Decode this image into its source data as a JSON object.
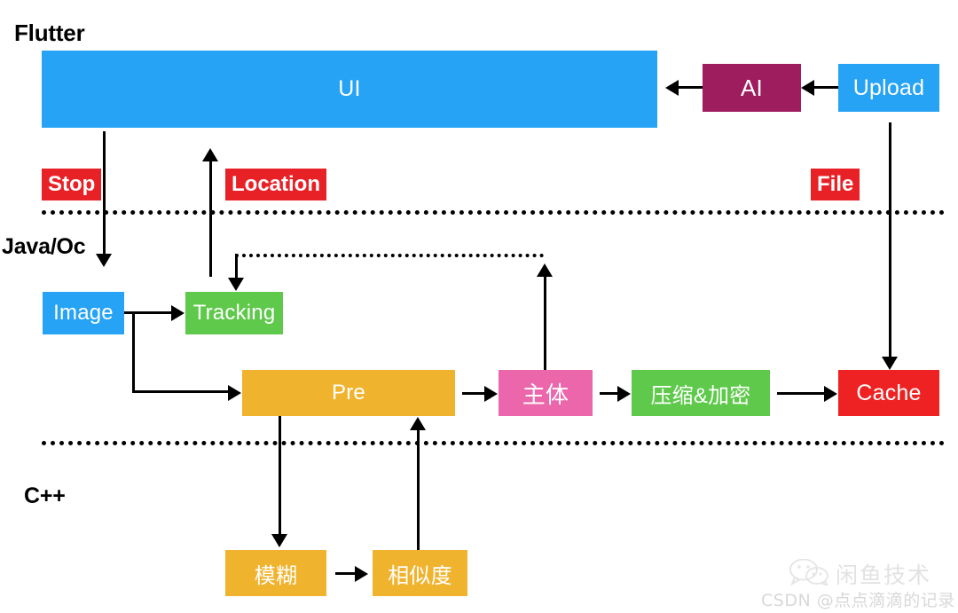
{
  "diagram": {
    "title_visible": false,
    "layers": [
      {
        "id": "flutter",
        "label": "Flutter"
      },
      {
        "id": "javaoc",
        "label": "Java/Oc"
      },
      {
        "id": "cpp",
        "label": "C++"
      }
    ],
    "nodes": [
      {
        "id": "ui",
        "label": "UI",
        "color": "#27a3f5",
        "text_color": "#ffffff"
      },
      {
        "id": "ai",
        "label": "AI",
        "color": "#9e1d5e",
        "text_color": "#ffffff"
      },
      {
        "id": "upload",
        "label": "Upload",
        "color": "#27a3f5",
        "text_color": "#ffffff"
      },
      {
        "id": "image",
        "label": "Image",
        "color": "#27a3f5",
        "text_color": "#ffffff"
      },
      {
        "id": "tracking",
        "label": "Tracking",
        "color": "#5ec94a",
        "text_color": "#ffffff"
      },
      {
        "id": "pre",
        "label": "Pre",
        "color": "#f0b32e",
        "text_color": "#ffffff"
      },
      {
        "id": "subject",
        "label": "主体",
        "color": "#ec66ab",
        "text_color": "#ffffff"
      },
      {
        "id": "compress",
        "label": "压缩&加密",
        "color": "#5ec94a",
        "text_color": "#ffffff"
      },
      {
        "id": "cache",
        "label": "Cache",
        "color": "#ee2222",
        "text_color": "#ffffff"
      },
      {
        "id": "blur",
        "label": "模糊",
        "color": "#f0b32e",
        "text_color": "#ffffff"
      },
      {
        "id": "similarity",
        "label": "相似度",
        "color": "#f0b32e",
        "text_color": "#ffffff"
      }
    ],
    "tags": [
      {
        "id": "stop",
        "label": "Stop",
        "color": "#e82127"
      },
      {
        "id": "location",
        "label": "Location",
        "color": "#e82127"
      },
      {
        "id": "file",
        "label": "File",
        "color": "#e82127"
      }
    ]
  },
  "watermark": {
    "brand": "闲鱼技术",
    "credit": "CSDN @点点滴滴的记录"
  }
}
